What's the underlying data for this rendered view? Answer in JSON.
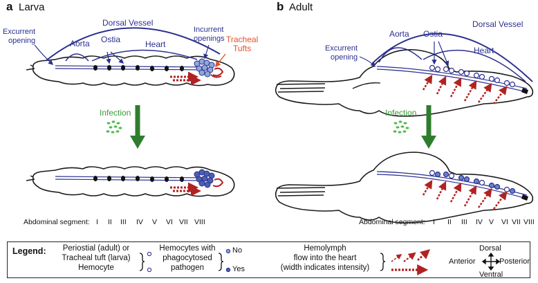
{
  "panels": {
    "a": {
      "letter": "a",
      "title": "Larva"
    },
    "b": {
      "letter": "b",
      "title": "Adult"
    }
  },
  "labels": {
    "dorsal_vessel": "Dorsal Vessel",
    "excurrent_line1": "Excurrent",
    "excurrent_line2": "opening",
    "aorta": "Aorta",
    "ostia": "Ostia",
    "heart": "Heart",
    "incurrent_line1": "Incurrent",
    "incurrent_line2": "openings",
    "tracheal_line1": "Tracheal",
    "tracheal_line2": "Tufts",
    "infection": "Infection"
  },
  "abdominal_segment": {
    "label": "Abdominal segment:",
    "numerals": [
      "I",
      "II",
      "III",
      "IV",
      "V",
      "VI",
      "VII",
      "VIII"
    ]
  },
  "legend": {
    "title": "Legend:",
    "item1_line1": "Periostial (adult) or",
    "item1_line2": "Tracheal tuft (larva)",
    "item1_line3": "Hemocyte",
    "item2_line1": "Hemocytes with",
    "item2_line2": "phagocytosed",
    "item2_line3": "pathogen",
    "no": "No",
    "yes": "Yes",
    "item3_line1": "Hemolymph",
    "item3_line2": "flow into the heart",
    "item3_line3": "(width indicates intensity)",
    "dorsal": "Dorsal",
    "ventral": "Ventral",
    "anterior": "Anterior",
    "posterior": "Posterior"
  },
  "colors": {
    "vessel": "#2b2f8f",
    "tracheal": "#e0522a",
    "flow": "#b22222",
    "infection": "#3a9a3a",
    "arrow": "#2e7d2e"
  }
}
